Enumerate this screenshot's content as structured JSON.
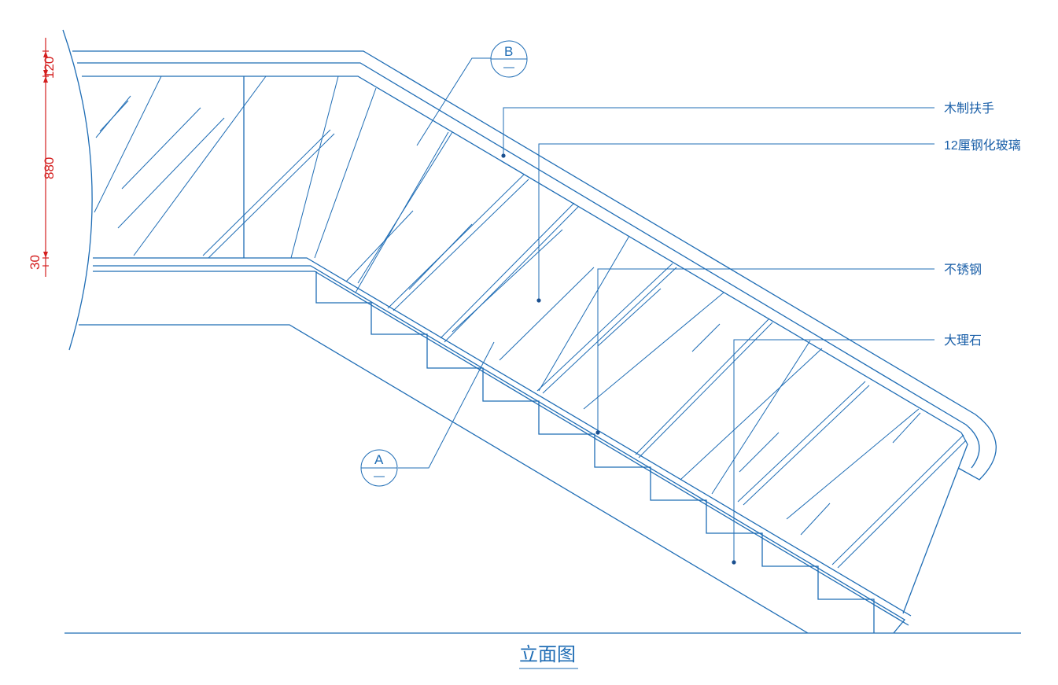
{
  "dimensions": {
    "top": "120",
    "middle": "880",
    "bottom": "30"
  },
  "labels": {
    "handrail": "木制扶手",
    "glass": "12厘钢化玻璃",
    "stainless": "不锈钢",
    "marble": "大理石"
  },
  "detail_tags": {
    "a": "A",
    "b": "B"
  },
  "title": "立面图",
  "colors": {
    "line": "#1f6db5",
    "dimension": "#d42020",
    "label": "#1a5fa8"
  }
}
